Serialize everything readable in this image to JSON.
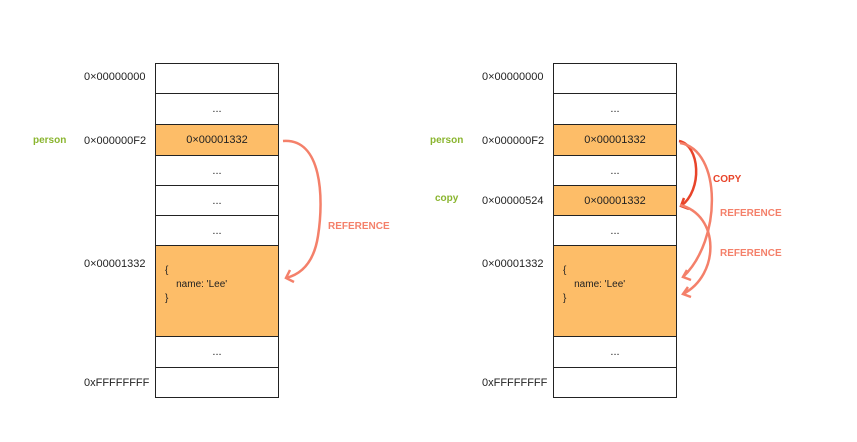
{
  "left": {
    "addresses": [
      "0×00000000",
      "0×000000F2",
      "0×00001332",
      "0xFFFFFFFF"
    ],
    "variable": "person",
    "cells": [
      "",
      "...",
      "0×00001332",
      "...",
      "...",
      "...",
      "{\n    name: 'Lee'\n}",
      "...",
      ""
    ],
    "arrow_label": "REFERENCE"
  },
  "right": {
    "addresses": [
      "0×00000000",
      "0×000000F2",
      "0×00000524",
      "0×00001332",
      "0xFFFFFFFF"
    ],
    "variables": [
      "person",
      "copy"
    ],
    "cells": [
      "",
      "...",
      "0×00001332",
      "...",
      "0×00001332",
      "...",
      "{\n    name: 'Lee'\n}",
      "...",
      ""
    ],
    "arrow_labels": [
      "COPY",
      "REFERENCE",
      "REFERENCE"
    ]
  },
  "colors": {
    "highlight": "#fdbd68",
    "variable": "#8ab52f",
    "reference_arrow": "#f4806a",
    "copy_arrow": "#e8442a"
  }
}
